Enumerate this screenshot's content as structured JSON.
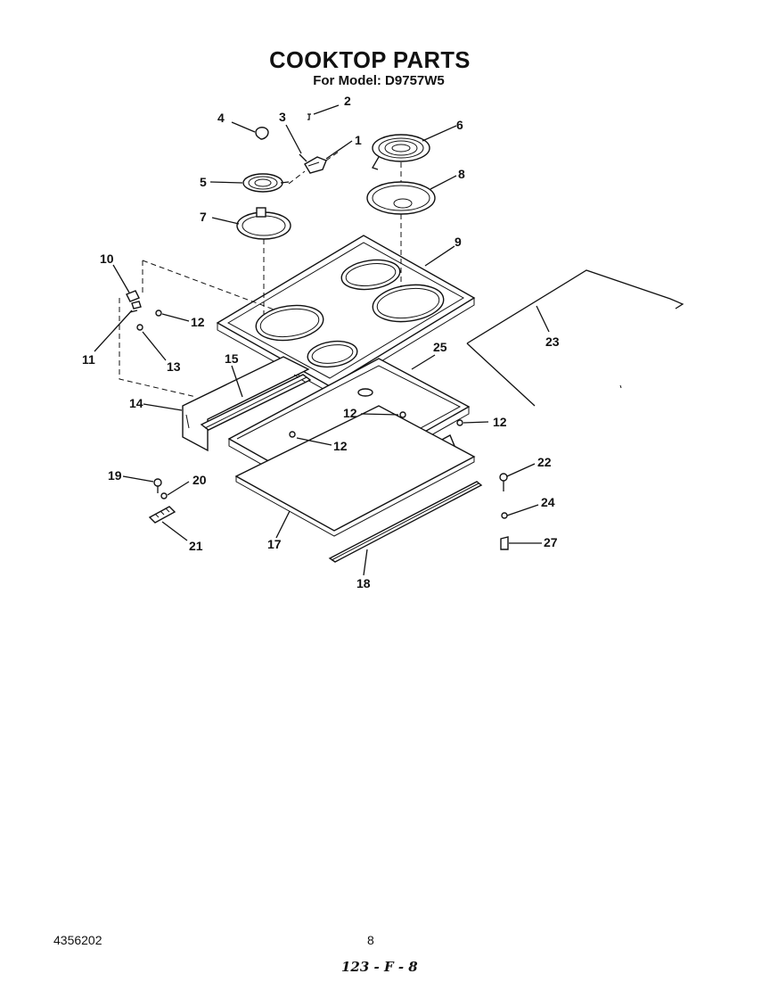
{
  "header": {
    "title": "COOKTOP PARTS",
    "subtitle": "For Model: D9757W5"
  },
  "footer": {
    "doc_number": "4356202",
    "page_number": "8",
    "handwritten_code": "123 - F - 8"
  },
  "callouts": [
    {
      "id": "c1",
      "text": "1"
    },
    {
      "id": "c2",
      "text": "2"
    },
    {
      "id": "c3",
      "text": "3"
    },
    {
      "id": "c4",
      "text": "4"
    },
    {
      "id": "c5",
      "text": "5"
    },
    {
      "id": "c6",
      "text": "6"
    },
    {
      "id": "c7",
      "text": "7"
    },
    {
      "id": "c8",
      "text": "8"
    },
    {
      "id": "c9",
      "text": "9"
    },
    {
      "id": "c10",
      "text": "10"
    },
    {
      "id": "c11",
      "text": "11"
    },
    {
      "id": "c12a",
      "text": "12"
    },
    {
      "id": "c12b",
      "text": "12"
    },
    {
      "id": "c12c",
      "text": "12"
    },
    {
      "id": "c12d",
      "text": "12"
    },
    {
      "id": "c13",
      "text": "13"
    },
    {
      "id": "c14",
      "text": "14"
    },
    {
      "id": "c15",
      "text": "15"
    },
    {
      "id": "c17",
      "text": "17"
    },
    {
      "id": "c18",
      "text": "18"
    },
    {
      "id": "c19",
      "text": "19"
    },
    {
      "id": "c20",
      "text": "20"
    },
    {
      "id": "c21",
      "text": "21"
    },
    {
      "id": "c22",
      "text": "22"
    },
    {
      "id": "c23",
      "text": "23"
    },
    {
      "id": "c24",
      "text": "24"
    },
    {
      "id": "c25",
      "text": "25"
    },
    {
      "id": "c27",
      "text": "27"
    }
  ]
}
